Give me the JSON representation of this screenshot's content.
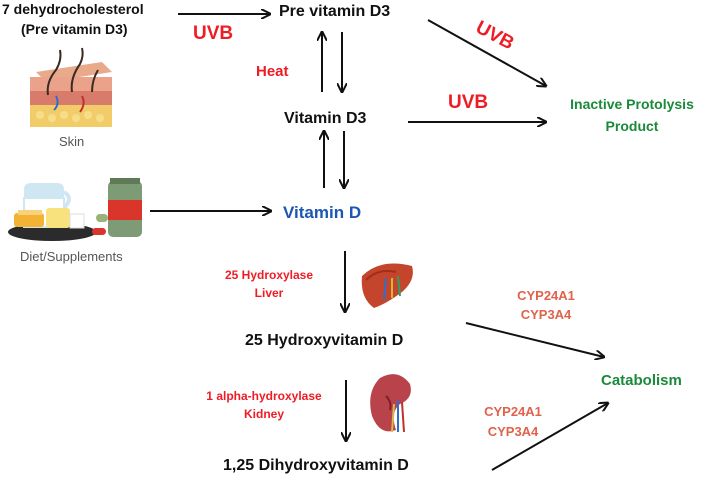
{
  "nodes": {
    "precursor_line1": "7 dehydrocholesterol",
    "precursor_line2": "(Pre vitamin D3)",
    "pre_vitamin_d3": "Pre vitamin D3",
    "vitamin_d3": "Vitamin D3",
    "inactive_line1": "Inactive Protolysis",
    "inactive_line2": "Product",
    "vitamin_d": "Vitamin D",
    "hydroxy_25": "25 Hydroxyvitamin D",
    "dihydroxy_125": "1,25 Dihydroxyvitamin D",
    "catabolism": "Catabolism"
  },
  "labels": {
    "uvb_precursor": "UVB",
    "uvb_diagonal": "UVB",
    "uvb_d3": "UVB",
    "heat": "Heat",
    "hydroxylase25_line1": "25 Hydroxylase",
    "hydroxylase25_line2": "Liver",
    "alpha_line1": "1 alpha-hydroxylase",
    "alpha_line2": "Kidney",
    "cyp_upper_line1": "CYP24A1",
    "cyp_upper_line2": "CYP3A4",
    "cyp_lower_line1": "CYP24A1",
    "cyp_lower_line2": "CYP3A4"
  },
  "captions": {
    "skin": "Skin",
    "diet": "Diet/Supplements"
  },
  "icons": {
    "skin": "skin-cross-section-icon",
    "diet": "food-and-supplement-bottle-icon",
    "liver": "liver-icon",
    "kidney": "kidney-icon"
  },
  "colors": {
    "uvb": "#ee1c25",
    "enzyme": "#e0624b",
    "outcome": "#1a8a3a",
    "vitamin_d": "#1b57b3"
  }
}
